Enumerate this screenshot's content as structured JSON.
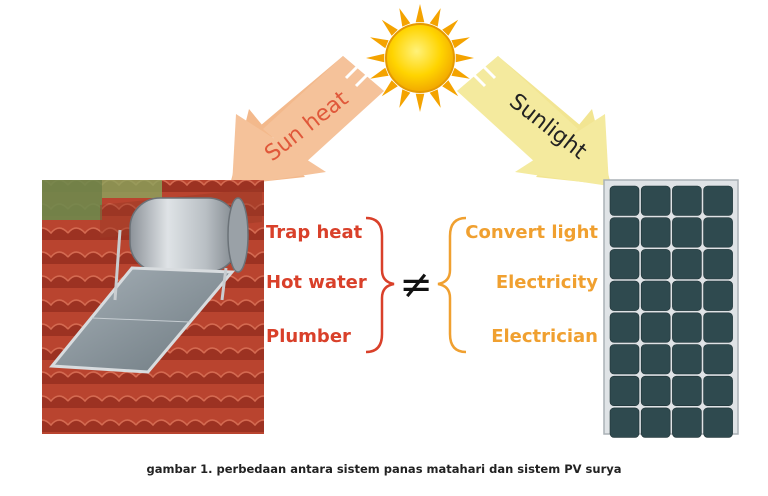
{
  "arrows": {
    "left_label": "Sun heat",
    "right_label": "Sunlight"
  },
  "left_column": [
    "Trap heat",
    "Hot water",
    "Plumber"
  ],
  "right_column": [
    "Convert light",
    "Electricity",
    "Electrician"
  ],
  "symbol": "≠",
  "caption": "gambar 1. perbedaan antara sistem panas matahari dan sistem PV surya",
  "colors": {
    "left_text": "#d9402a",
    "right_text": "#f0a030",
    "sun": "#ffd400",
    "sun_heat_arrow": "#f6c9a2",
    "sunlight_arrow": "#f6ecb0"
  }
}
